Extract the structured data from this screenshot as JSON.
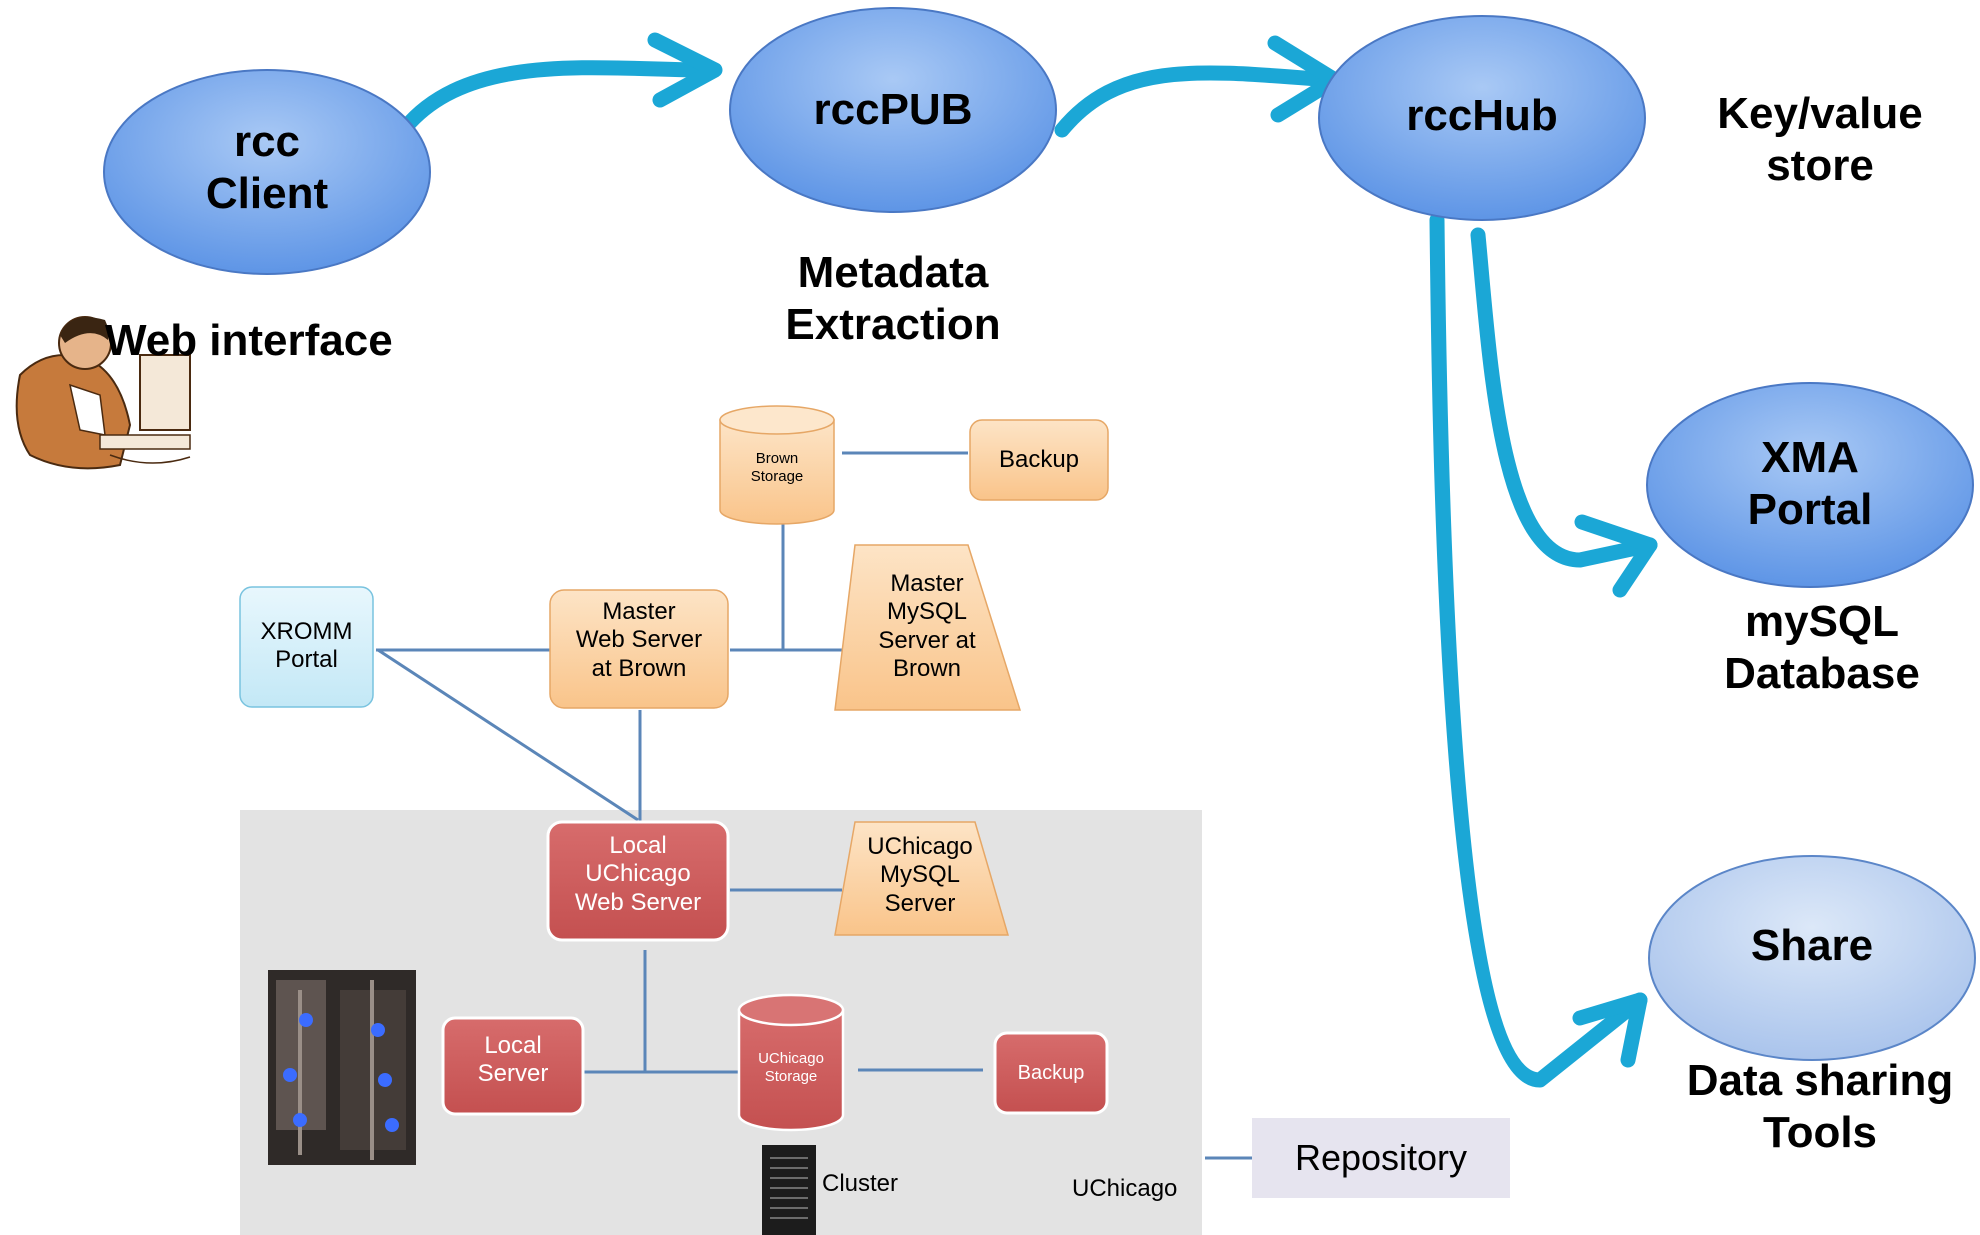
{
  "top_flow": {
    "rcc_client": "rcc\nClient",
    "rccpub": "rccPUB",
    "rcchub": "rccHub",
    "key_value": "Key/value\nstore",
    "metadata": "Metadata\nExtraction",
    "web_interface": "Web interface",
    "xma_portal": "XMA\nPortal",
    "mysql_db": "mySQL\nDatabase",
    "share": "Share",
    "data_sharing": "Data sharing\nTools"
  },
  "infra": {
    "brown_storage": "Brown\nStorage",
    "backup_brown": "Backup",
    "xromm_portal": "XROMM\nPortal",
    "master_web": "Master\nWeb Server\nat Brown",
    "master_mysql": "Master\nMySQL\nServer at\nBrown",
    "local_uchicago_web": "Local\nUChicago\nWeb Server",
    "uchicago_mysql": "UChicago\nMySQL\nServer",
    "local_server": "Local\nServer",
    "uchicago_storage": "UChicago\nStorage",
    "backup_uchicago": "Backup",
    "cluster": "Cluster",
    "uchicago": "UChicago",
    "repository": "Repository"
  },
  "colors": {
    "ellipse_blue": "#6fa3ec",
    "ellipse_light": "#b9d0f0",
    "arrow": "#1ba7d6",
    "orange": "#fbd5aa",
    "red": "#cd5e5e",
    "light_blue_box": "#d4eef8",
    "gray_region": "#e3e3e3",
    "connector": "#5b86b8",
    "repo_bg": "#e6e4ef"
  }
}
